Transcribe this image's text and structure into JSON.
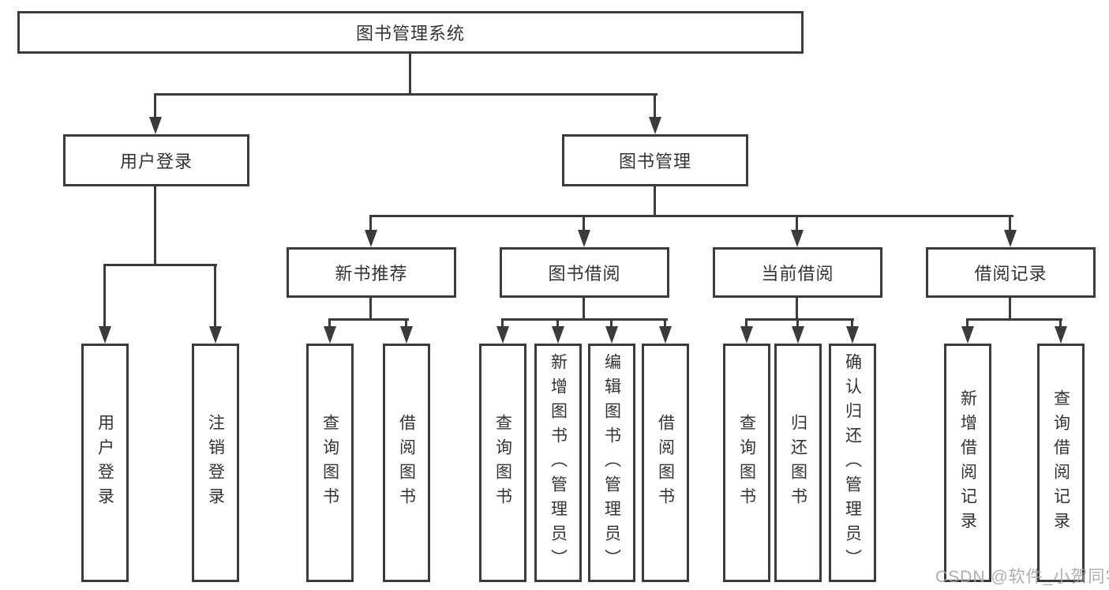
{
  "diagram": {
    "tree": {
      "label": "图书管理系统",
      "children": [
        {
          "label": "用户登录",
          "children": [
            {
              "label": "用户登录"
            },
            {
              "label": "注销登录"
            }
          ]
        },
        {
          "label": "图书管理",
          "children": [
            {
              "label": "新书推荐",
              "children": [
                {
                  "label": "查询图书"
                },
                {
                  "label": "借阅图书"
                }
              ]
            },
            {
              "label": "图书借阅",
              "children": [
                {
                  "label": "查询图书"
                },
                {
                  "label": "新增图书（管理员）"
                },
                {
                  "label": "编辑图书（管理员）"
                },
                {
                  "label": "借阅图书"
                }
              ]
            },
            {
              "label": "当前借阅",
              "children": [
                {
                  "label": "查询图书"
                },
                {
                  "label": "归还图书"
                },
                {
                  "label": "确认归还（管理员）"
                }
              ]
            },
            {
              "label": "借阅记录",
              "children": [
                {
                  "label": "新增借阅记录"
                },
                {
                  "label": "查询借阅记录"
                }
              ]
            }
          ]
        }
      ]
    },
    "colors": {
      "line": "#3b3b3b",
      "text": "#333333",
      "background": "#ffffff",
      "watermark": "#a5a5a5"
    }
  },
  "watermark": "CSDN @软件_小贺同学"
}
